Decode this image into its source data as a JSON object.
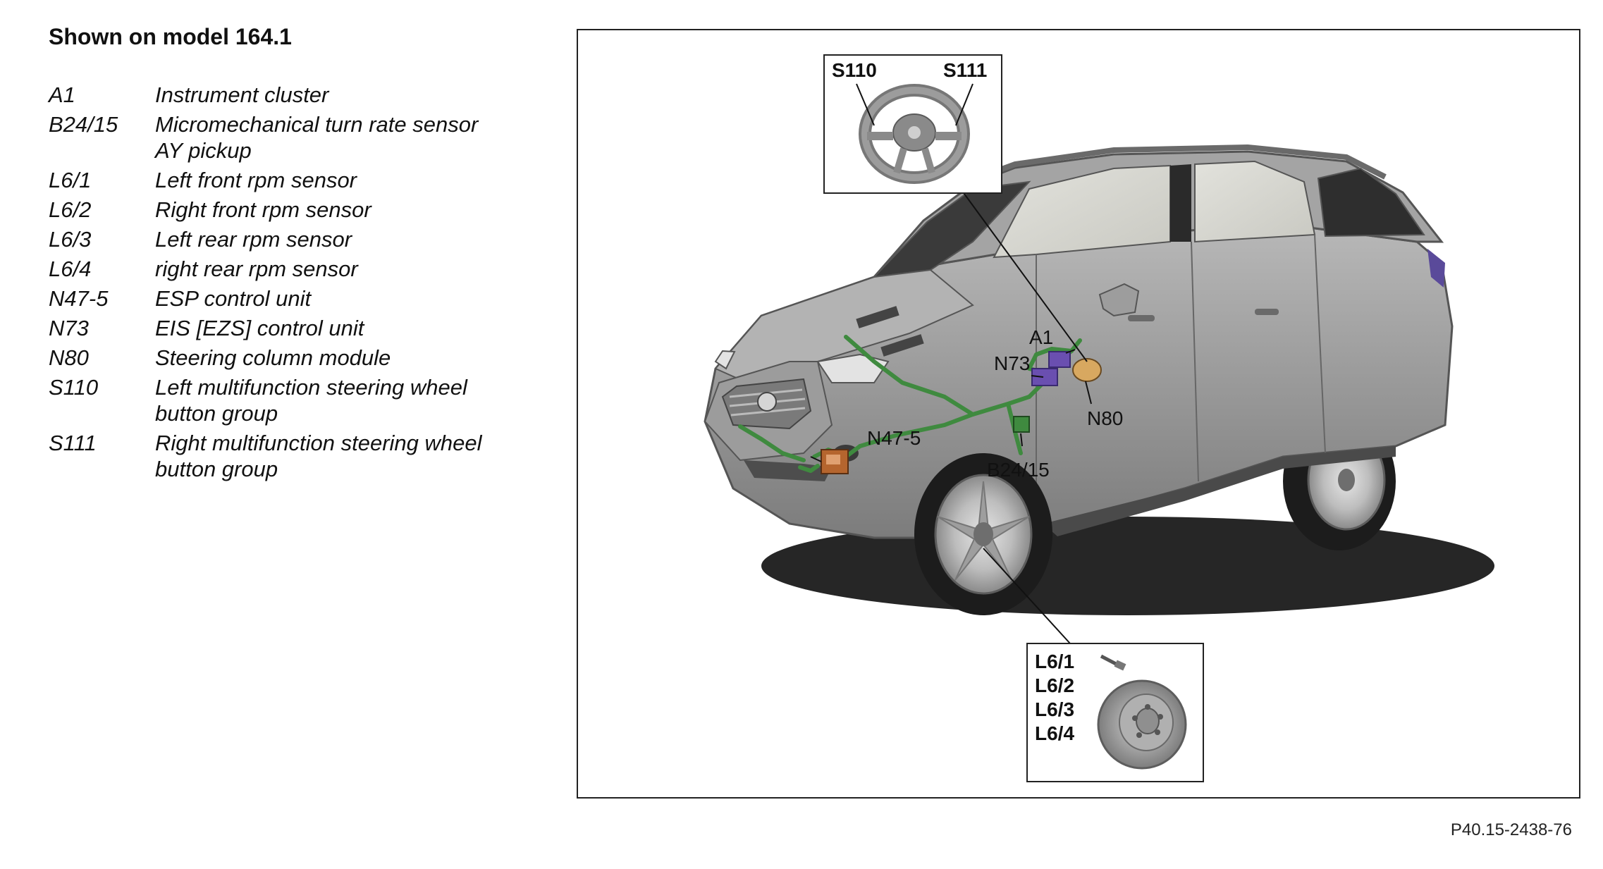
{
  "title": "Shown on model 164.1",
  "legend": [
    {
      "code": "A1",
      "description": "Instrument cluster"
    },
    {
      "code": "B24/15",
      "description": "Micromechanical turn rate sensor\nAY pickup"
    },
    {
      "code": "L6/1",
      "description": "Left front rpm sensor"
    },
    {
      "code": "L6/2",
      "description": "Right front rpm sensor"
    },
    {
      "code": "L6/3",
      "description": "Left rear rpm sensor"
    },
    {
      "code": "L6/4",
      "description": "right rear rpm sensor"
    },
    {
      "code": "N47-5",
      "description": "ESP control unit"
    },
    {
      "code": "N73",
      "description": "EIS [EZS] control unit"
    },
    {
      "code": "N80",
      "description": "Steering column module"
    },
    {
      "code": "S110",
      "description": "Left multifunction steering wheel\nbutton group"
    },
    {
      "code": "S111",
      "description": "Right multifunction steering wheel\nbutton group"
    }
  ],
  "figure": {
    "callouts": {
      "steering_left": "S110",
      "steering_right": "S111",
      "cluster": "A1",
      "eis": "N73",
      "column": "N80",
      "esp": "N47-5",
      "turn_rate": "B24/15",
      "rpm_1": "L6/1",
      "rpm_2": "L6/2",
      "rpm_3": "L6/3",
      "rpm_4": "L6/4"
    },
    "colors": {
      "car_body": "#9a9a9a",
      "wiring": "#3f8a3f",
      "sensor_highlight": "#6a4fb0",
      "control_unit": "#b5652e"
    }
  },
  "footer": "P40.15-2438-76"
}
